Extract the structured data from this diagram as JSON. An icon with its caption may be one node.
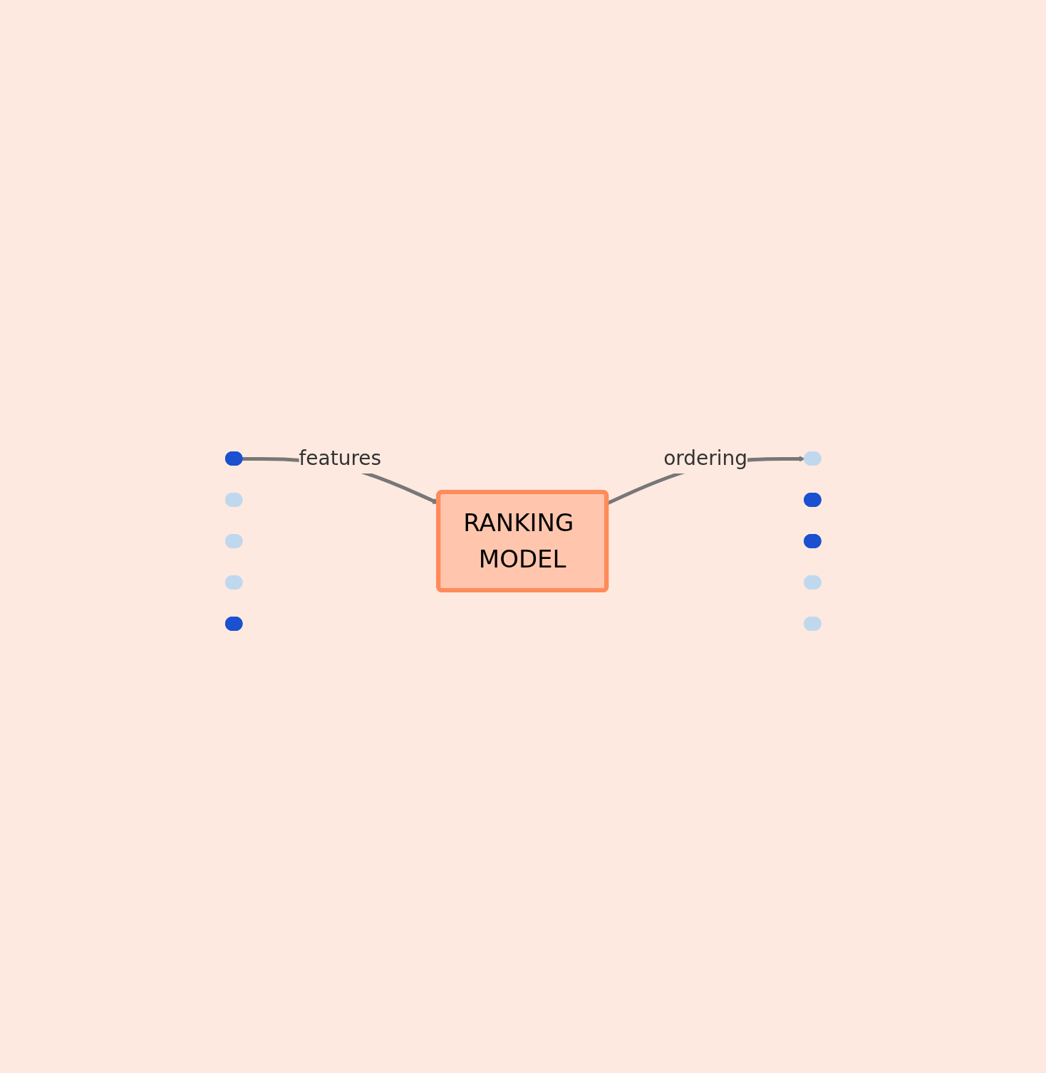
{
  "diagram": {
    "nodes": [
      {
        "text": [],
        "shape": "bar"
      },
      {
        "text": [],
        "shape": "bar"
      },
      {
        "text": [],
        "shape": "bar"
      },
      {
        "text": [],
        "shape": "bar"
      },
      {
        "text": [],
        "shape": "bar"
      },
      {
        "text": [
          "RANKING MODEL"
        ]
      },
      {
        "text": [],
        "shape": "bar"
      },
      {
        "text": [],
        "shape": "bar"
      },
      {
        "text": [],
        "shape": "bar"
      },
      {
        "text": [],
        "shape": "bar"
      },
      {
        "text": [],
        "shape": "bar"
      }
    ],
    "edges": [
      {
        "from": 2,
        "to": 5,
        "label": "features",
        "arrow": "to"
      },
      {
        "from": 5,
        "to": 8,
        "label": "ordering",
        "arrow": "to"
      }
    ]
  }
}
